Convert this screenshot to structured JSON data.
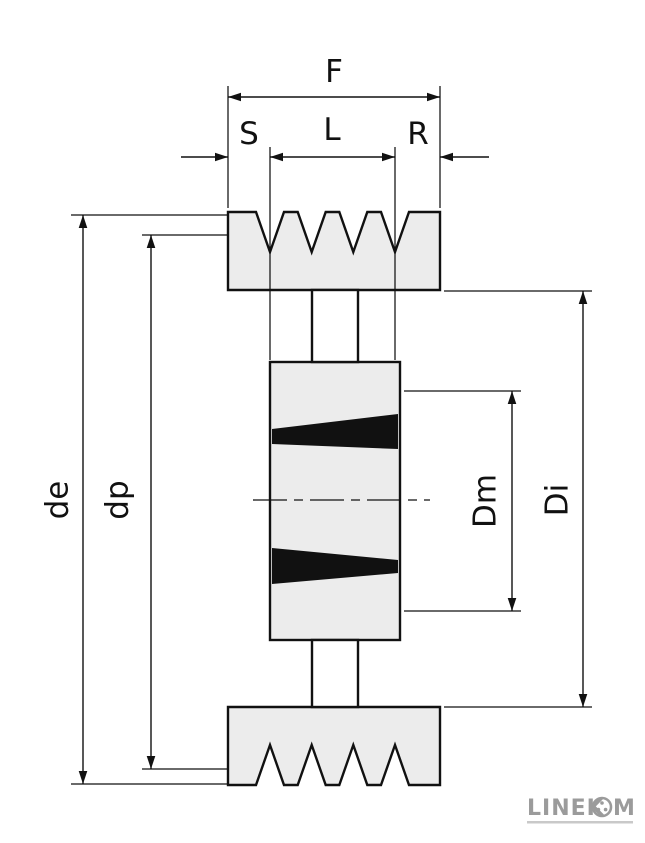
{
  "labels": {
    "width_total": "F",
    "width_left": "S",
    "width_center": "L",
    "width_right": "R",
    "outside_diameter": "de",
    "pitch_diameter": "dp",
    "hub_diameter": "Dm",
    "inner_diameter": "Di"
  },
  "colors": {
    "background": "#ffffff",
    "line": "#111111",
    "part_fill": "#ececec",
    "neck_fill": "#ffffff",
    "wedge_fill": "#111111",
    "logo_gray": "#9b9b9b",
    "logo_tagline": "#c9c9c9"
  },
  "logo": {
    "text_before_icon": "LINEK",
    "text_after_icon": "M",
    "icon": "circle-emblem-icon"
  }
}
